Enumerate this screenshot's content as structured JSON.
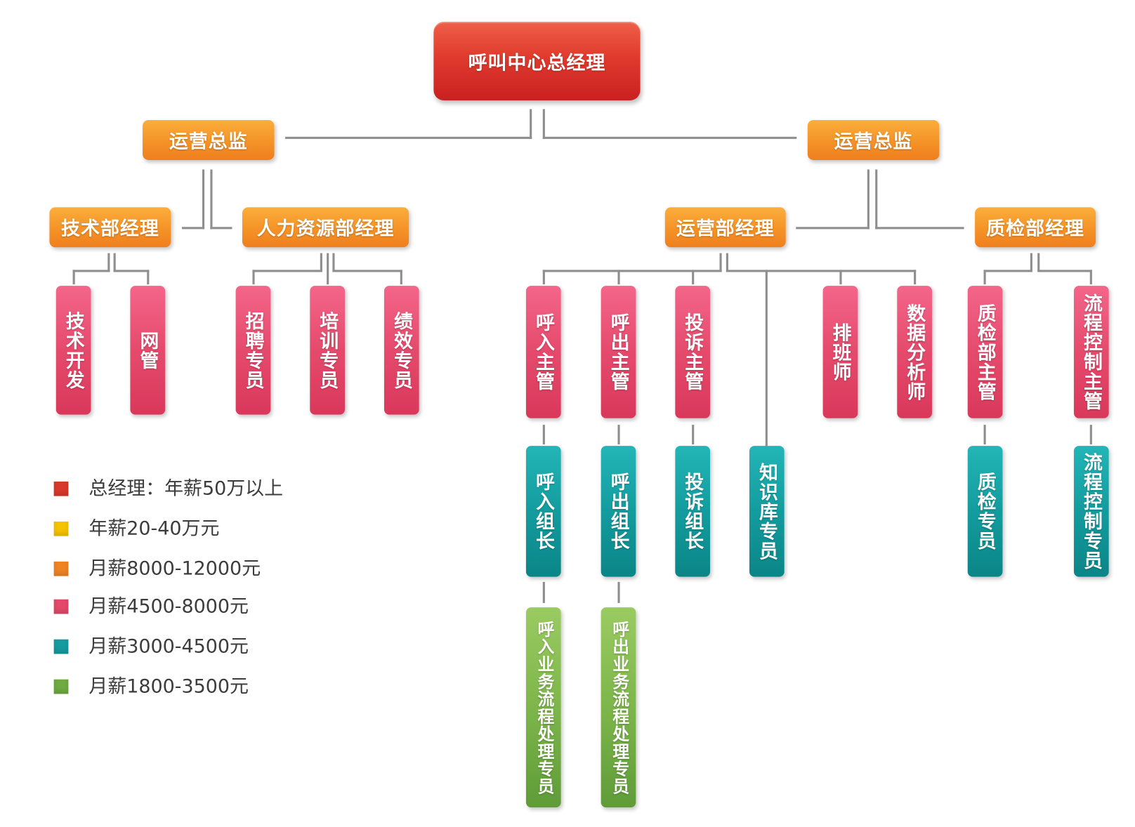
{
  "org_chart": {
    "general_manager": {
      "title": "呼叫中心总经理"
    },
    "directors": [
      {
        "title": "运营总监",
        "departments": [
          {
            "title": "技术部经理",
            "staff": [
              {
                "title": "技术开发"
              },
              {
                "title": "网管"
              }
            ]
          },
          {
            "title": "人力资源部经理",
            "staff": [
              {
                "title": "招聘专员"
              },
              {
                "title": "培训专员"
              },
              {
                "title": "绩效专员"
              }
            ]
          }
        ]
      },
      {
        "title": "运营总监",
        "departments": [
          {
            "title": "运营部经理",
            "staff": [
              {
                "title": "呼入主管",
                "reports": [
                  {
                    "title": "呼入组长",
                    "reports": [
                      {
                        "title": "呼入业务流程处理专员"
                      }
                    ]
                  }
                ]
              },
              {
                "title": "呼出主管",
                "reports": [
                  {
                    "title": "呼出组长",
                    "reports": [
                      {
                        "title": "呼出业务流程处理专员"
                      }
                    ]
                  }
                ]
              },
              {
                "title": "投诉主管",
                "reports": [
                  {
                    "title": "投诉组长"
                  }
                ]
              },
              {
                "title": "知识库专员"
              },
              {
                "title": "排班师"
              },
              {
                "title": "数据分析师"
              }
            ]
          },
          {
            "title": "质检部经理",
            "staff": [
              {
                "title": "质检部主管",
                "reports": [
                  {
                    "title": "质检专员"
                  }
                ]
              },
              {
                "title": "流程控制主管",
                "reports": [
                  {
                    "title": "流程控制专员"
                  }
                ]
              }
            ]
          }
        ]
      }
    ]
  },
  "legend": [
    {
      "label": "总经理：年薪50万以上",
      "color": "#d9392b"
    },
    {
      "label": "年薪20-40万元",
      "color": "#f6c300"
    },
    {
      "label": "月薪8000-12000元",
      "color": "#f08423"
    },
    {
      "label": "月薪4500-8000元",
      "color": "#e4486a"
    },
    {
      "label": "月薪3000-4500元",
      "color": "#169c9e"
    },
    {
      "label": "月薪1800-3500元",
      "color": "#6fab42"
    }
  ]
}
